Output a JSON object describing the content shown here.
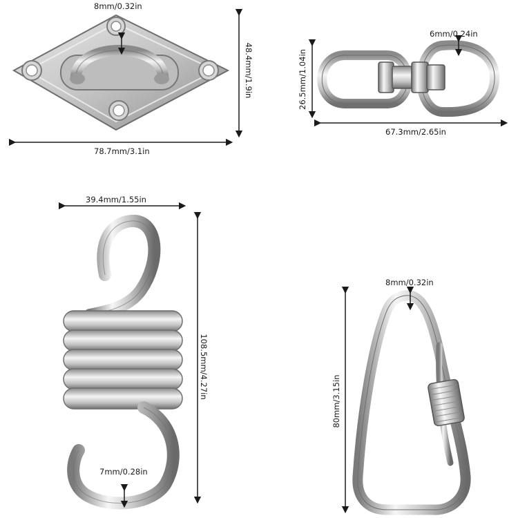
{
  "items": [
    {
      "name": "Pad eye plate",
      "dims": {
        "eye_width": "8mm/0.32in",
        "height": "48.4mm/1.9in",
        "width": "78.7mm/3.1in"
      }
    },
    {
      "name": "Swivel",
      "dims": {
        "ring_thickness": "6mm/0.24in",
        "height": "26.5mm/1.04in",
        "width": "67.3mm/2.65in"
      }
    },
    {
      "name": "Suspension spring",
      "dims": {
        "width": "39.4mm/1.55in",
        "height": "108.5mm/4.27in",
        "wire": "7mm/0.28in"
      }
    },
    {
      "name": "Carabiner",
      "dims": {
        "wire": "8mm/0.32in",
        "height": "80mm/3.15in"
      }
    }
  ],
  "colors": {
    "metal_light": "#f4f4f4",
    "metal_mid": "#b9b9b9",
    "metal_dark": "#6e6e6e",
    "line": "#1a1a1a"
  }
}
